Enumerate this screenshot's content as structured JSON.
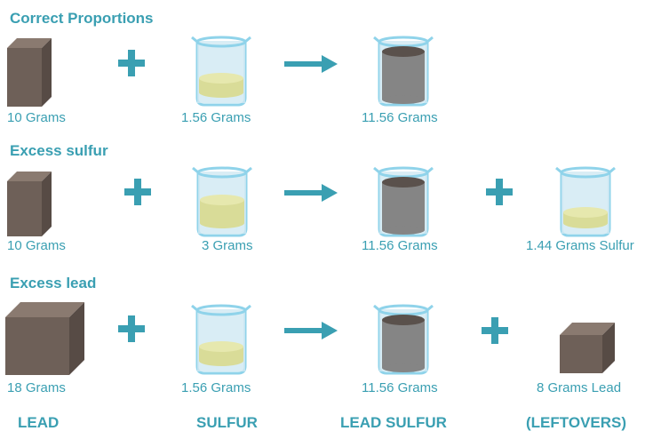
{
  "colors": {
    "accent": "#3a9fb2",
    "lead_front": "#6e6058",
    "lead_top": "#8a7a70",
    "lead_side": "#574b45",
    "beaker_fill": "#cfe9f3",
    "beaker_stroke": "#8fd3ea",
    "sulfur": "#d9dc98",
    "lead_sulfide": "#858585"
  },
  "rows": [
    {
      "heading": "Correct Proportions",
      "lead_qty": "10 Grams",
      "sulfur_qty": "1.56 Grams",
      "product_qty": "11.56 Grams",
      "leftover_qty": ""
    },
    {
      "heading": "Excess sulfur",
      "lead_qty": "10 Grams",
      "sulfur_qty": "3 Grams",
      "product_qty": "11.56 Grams",
      "leftover_qty": "1.44 Grams Sulfur"
    },
    {
      "heading": "Excess lead",
      "lead_qty": "18 Grams",
      "sulfur_qty": "1.56 Grams",
      "product_qty": "11.56 Grams",
      "leftover_qty": "8 Grams Lead"
    }
  ],
  "columns": {
    "lead": "LEAD",
    "sulfur": "SULFUR",
    "lead_sulfur": "LEAD SULFUR",
    "leftovers": "(LEFTOVERS)"
  },
  "icons": {
    "cube": "lead-cube-icon",
    "plus": "plus-icon",
    "arrow": "arrow-right-icon",
    "beaker_sulfur": "beaker-sulfur-icon",
    "beaker_product": "beaker-lead-sulfur-icon"
  }
}
